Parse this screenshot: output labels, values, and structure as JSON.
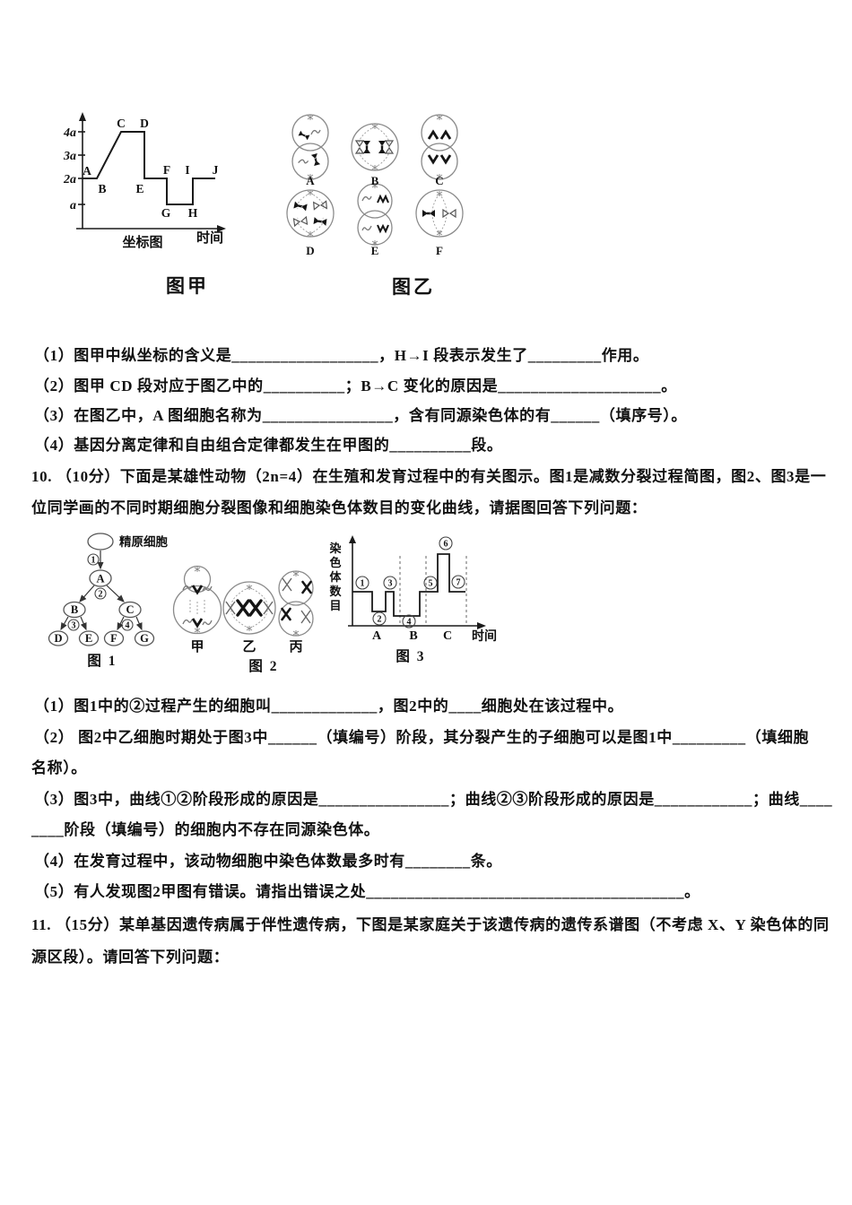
{
  "figure_jia": {
    "caption": "图甲",
    "plot_title": "坐标图",
    "xlabel": "时间",
    "yticks": [
      "4a",
      "3a",
      "2a",
      "a"
    ],
    "point_labels": [
      "A",
      "B",
      "C",
      "D",
      "E",
      "F",
      "G",
      "H",
      "I",
      "J"
    ]
  },
  "figure_yi": {
    "caption": "图乙",
    "cell_labels": [
      "A",
      "B",
      "C",
      "D",
      "E",
      "F"
    ]
  },
  "q9": {
    "items": [
      "（1）图甲中纵坐标的含义是__________________，H→I 段表示发生了_________作用。",
      "（2）图甲 CD 段对应于图乙中的__________；B→C 变化的原因是____________________。",
      "（3）在图乙中，A 图细胞名称为________________，含有同源染色体的有______（填序号）。",
      "（4）基因分离定律和自由组合定律都发生在甲图的__________段。"
    ]
  },
  "q10": {
    "intro_lines": [
      "10. （10分）下面是某雄性动物（2n=4）在生殖和发育过程中的有关图示。图1是减数分裂过程简图，图2、图3是一",
      "位同学画的不同时期细胞分裂图像和细胞染色体数目的变化曲线，请据图回答下列问题："
    ],
    "items": [
      "（1）图1中的②过程产生的细胞叫_____________，图2中的____细胞处在该过程中。",
      "（2） 图2中乙细胞时期处于图3中______（填编号）阶段，其分裂产生的子细胞可以是图1中_________（填细胞",
      "名称）。",
      "（3）图3中，曲线①②阶段形成的原因是________________；曲线②③阶段形成的原因是____________；曲线____",
      "____阶段（填编号）的细胞内不存在同源染色体。",
      "（4）在发育过程中，该动物细胞中染色体数最多时有________条。",
      "（5）有人发现图2甲图有错误。请指出错误之处_______________________________________。"
    ]
  },
  "fig1": {
    "caption": "图 1",
    "parent_cell_label": "精原细胞",
    "process_numbers": [
      "1",
      "2",
      "3",
      "4"
    ],
    "node_labels": [
      "A",
      "B",
      "C",
      "D",
      "E",
      "F",
      "G"
    ]
  },
  "fig2": {
    "caption": "图 2",
    "cell_labels": [
      "甲",
      "乙",
      "丙"
    ]
  },
  "fig3": {
    "caption": "图 3",
    "ylabel_chars": [
      "染",
      "色",
      "体",
      "数",
      "目"
    ],
    "xlabel": "时间",
    "stage_labels": [
      "A",
      "B",
      "C"
    ],
    "mark_numbers": [
      "1",
      "2",
      "3",
      "4",
      "5",
      "6",
      "7"
    ]
  },
  "q11": {
    "intro_lines": [
      "11. （15分）某单基因遗传病属于伴性遗传病，下图是某家庭关于该遗传病的遗传系谱图（不考虑 X、Y 染色体的同",
      "源区段）。请回答下列问题："
    ]
  },
  "chart_data": [
    {
      "id": "figure-jia",
      "type": "line",
      "title": "坐标图",
      "caption": "图甲",
      "xlabel": "时间",
      "ylabel": "",
      "yticks": [
        "a",
        "2a",
        "3a",
        "4a"
      ],
      "grid": false,
      "points": [
        {
          "label": "A",
          "y": "2a"
        },
        {
          "label": "B",
          "y": "2a"
        },
        {
          "label": "C",
          "y": "4a"
        },
        {
          "label": "D",
          "y": "4a"
        },
        {
          "label": "E",
          "y": "2a"
        },
        {
          "label": "F",
          "y": "2a"
        },
        {
          "label": "G",
          "y": "a"
        },
        {
          "label": "H",
          "y": "a"
        },
        {
          "label": "I",
          "y": "2a"
        },
        {
          "label": "J",
          "y": "2a"
        }
      ]
    },
    {
      "id": "figure-3",
      "type": "step",
      "caption": "图 3",
      "xlabel": "时间",
      "ylabel": "染色体数目",
      "x_stages": [
        "A",
        "B",
        "C"
      ],
      "segments": [
        {
          "mark": "①",
          "level": "mid"
        },
        {
          "mark": "②",
          "level": "low"
        },
        {
          "mark": "③",
          "level": "mid"
        },
        {
          "mark": "④",
          "level": "low"
        },
        {
          "mark": "⑤",
          "level": "mid"
        },
        {
          "mark": "⑥",
          "level": "high"
        },
        {
          "mark": "⑦",
          "level": "mid"
        }
      ]
    }
  ]
}
